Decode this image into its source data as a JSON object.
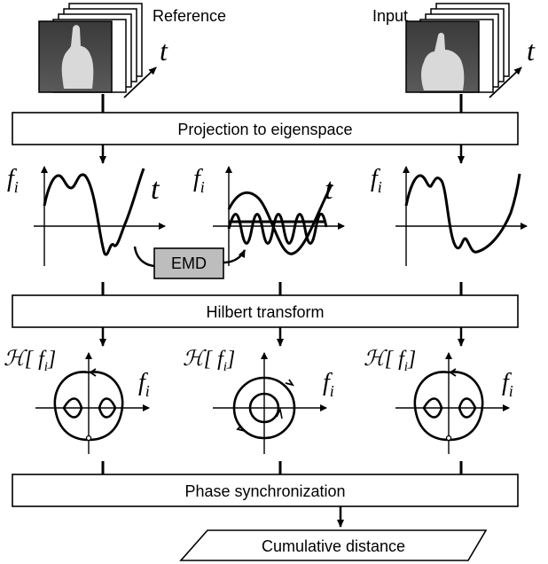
{
  "frames": {
    "reference_label": "Reference",
    "input_label": "Input",
    "time_symbol": "t"
  },
  "stages": {
    "projection": "Projection to eigenspace",
    "hilbert": "Hilbert transform",
    "phase_sync": "Phase synchronization",
    "emd": "EMD",
    "output": "Cumulative distance"
  },
  "symbols": {
    "fi": "f",
    "sub_i": "i",
    "t": "t",
    "hilbert_op": "ℋ[",
    "close_bracket": "]"
  },
  "colors": {
    "emd_box_fill": "#bdbdbd",
    "frame_bg": "#4a4a4a",
    "stroke": "#000000"
  }
}
